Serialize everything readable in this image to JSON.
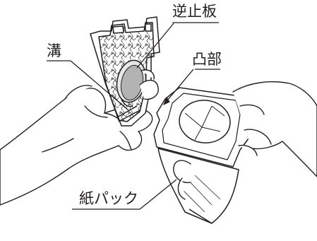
{
  "labels": {
    "check_valve": "逆止板",
    "groove": "溝",
    "protrusion": "凸部",
    "paper_pack": "紙パック"
  },
  "colors": {
    "line": "#231f20",
    "valve_fill": "#b3b3b3",
    "valve_rim": "#e6e6e6"
  }
}
